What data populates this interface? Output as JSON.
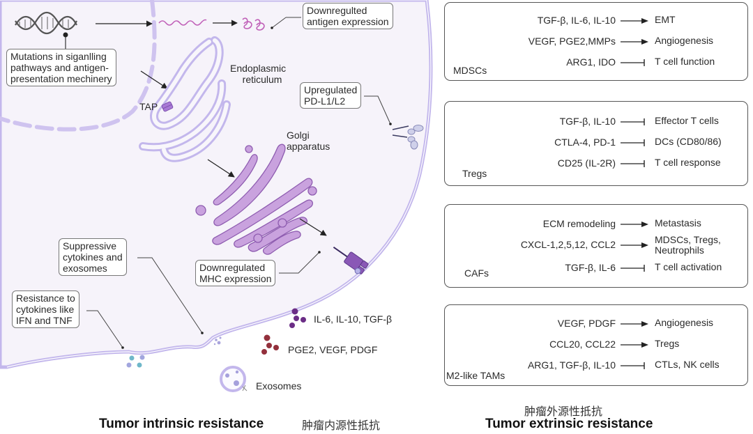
{
  "left_panel": {
    "title_en": "Tumor intrinsic resistance",
    "title_zh": "肿瘤内源性抵抗",
    "callouts": {
      "mutations": [
        "Mutations in siganlling",
        "pathways and antigen-",
        "presentation mechinery"
      ],
      "antigen": [
        "Downregulted",
        "antigen expression"
      ],
      "pdl1": [
        "Upregulated",
        "PD-L1/L2"
      ],
      "mhc": [
        "Downregulated",
        "MHC expression"
      ],
      "suppressive": [
        "Suppressive",
        "cytokines and",
        "exosomes"
      ],
      "resistance": [
        "Resistance to",
        "cytokines like",
        "IFN and TNF"
      ]
    },
    "labels": {
      "er": [
        "Endoplasmic",
        "reticulum"
      ],
      "tap": "TAP",
      "golgi": [
        "Golgi",
        "apparatus"
      ],
      "cytokines_purple": "IL-6, IL-10, TGF-β",
      "cytokines_red": "PGE2, VEGF, PDGF",
      "exosomes": "Exosomes"
    },
    "icons": [
      "dna-icon",
      "mrna-icon",
      "protein-icon",
      "er-icon",
      "tap-channel-icon",
      "golgi-icon",
      "pd-l1-receptor-icon",
      "mhc-receptor-icon",
      "cytokine-cluster-icon",
      "exosome-icon"
    ],
    "colors": {
      "cell_fill": "#f6f3fa",
      "membrane": "#c3b7ec",
      "golgi": "#b98dd0",
      "cytokine_purple": "#6b2d86",
      "cytokine_red": "#93303c",
      "mrna": "#c060b8"
    }
  },
  "right_panel": {
    "title_en": "Tumor extrinsic resistance",
    "title_zh": "肿瘤外源性抵抗",
    "cells": [
      {
        "name": "MDSCs",
        "icon": "mdsc-cell-icon",
        "rows": [
          {
            "left": "TGF-β, IL-6, IL-10",
            "relation": "promotes",
            "right": [
              "EMT"
            ]
          },
          {
            "left": "VEGF, PGE2,MMPs",
            "relation": "promotes",
            "right": [
              "Angiogenesis"
            ]
          },
          {
            "left": "ARG1, IDO",
            "relation": "inhibits",
            "right": [
              "T cell function"
            ]
          }
        ]
      },
      {
        "name": "Tregs",
        "icon": "treg-cell-icon",
        "rows": [
          {
            "left": "TGF-β, IL-10",
            "relation": "inhibits",
            "right": [
              "Effector T cells"
            ]
          },
          {
            "left": "CTLA-4, PD-1",
            "relation": "inhibits",
            "right": [
              "DCs (CD80/86)"
            ]
          },
          {
            "left": "CD25 (IL-2R)",
            "relation": "inhibits",
            "right": [
              "T cell response"
            ]
          }
        ]
      },
      {
        "name": "CAFs",
        "icon": "caf-cell-icon",
        "rows": [
          {
            "left": "ECM remodeling",
            "relation": "promotes",
            "right": [
              "Metastasis"
            ]
          },
          {
            "left": "CXCL-1,2,5,12, CCL2",
            "relation": "promotes",
            "right": [
              "MDSCs, Tregs,",
              "Neutrophils"
            ]
          },
          {
            "left": "TGF-β, IL-6",
            "relation": "inhibits",
            "right": [
              "T cell activation"
            ]
          }
        ]
      },
      {
        "name": "M2-like TAMs",
        "icon": "tam-cell-icon",
        "rows": [
          {
            "left": "VEGF, PDGF",
            "relation": "promotes",
            "right": [
              "Angiogenesis"
            ]
          },
          {
            "left": "CCL20, CCL22",
            "relation": "promotes",
            "right": [
              "Tregs"
            ]
          },
          {
            "left": "ARG1, TGF-β, IL-10",
            "relation": "inhibits",
            "right": [
              "CTLs, NK cells"
            ]
          }
        ]
      }
    ]
  }
}
